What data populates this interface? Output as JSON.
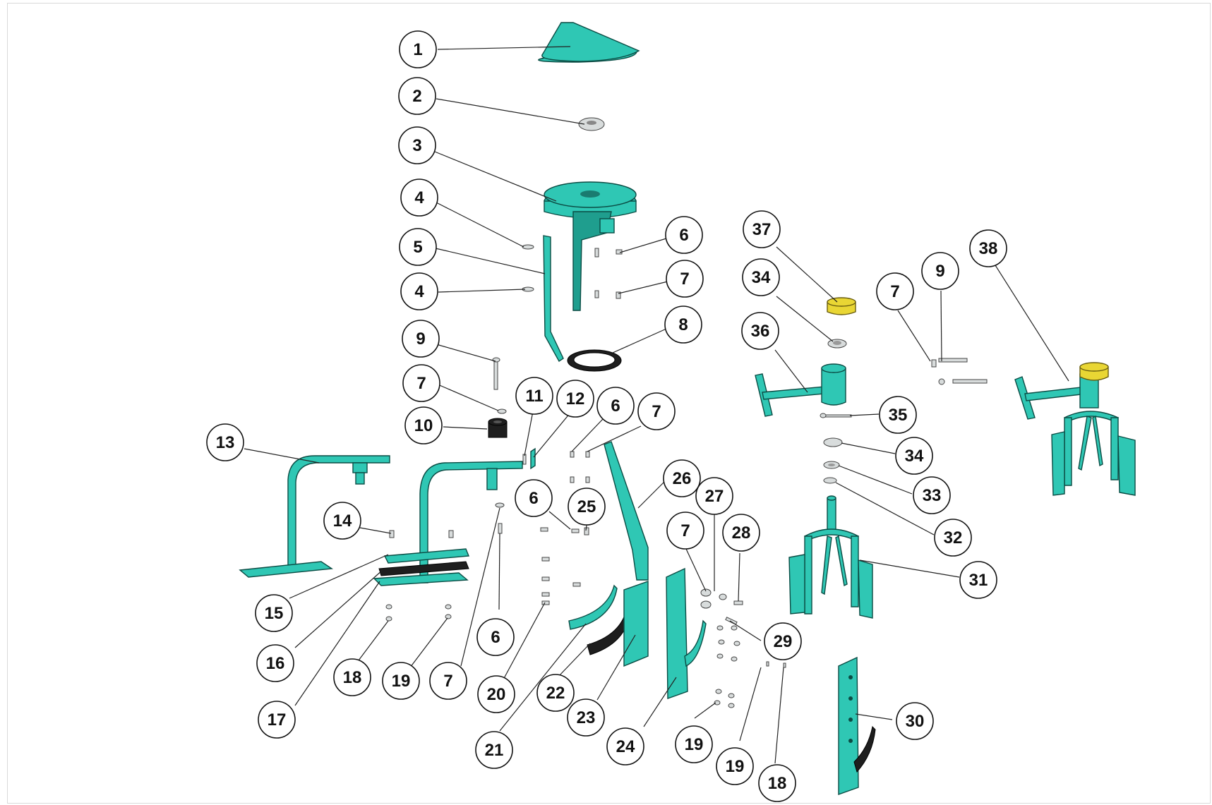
{
  "diagram": {
    "callouts": [
      {
        "id": "c1",
        "label": "1"
      },
      {
        "id": "c2",
        "label": "2"
      },
      {
        "id": "c3",
        "label": "3"
      },
      {
        "id": "c4a",
        "label": "4"
      },
      {
        "id": "c5",
        "label": "5"
      },
      {
        "id": "c4b",
        "label": "4"
      },
      {
        "id": "c6a",
        "label": "6"
      },
      {
        "id": "c7a",
        "label": "7"
      },
      {
        "id": "c8",
        "label": "8"
      },
      {
        "id": "c9a",
        "label": "9"
      },
      {
        "id": "c7b",
        "label": "7"
      },
      {
        "id": "c10",
        "label": "10"
      },
      {
        "id": "c11",
        "label": "11"
      },
      {
        "id": "c12",
        "label": "12"
      },
      {
        "id": "c6b",
        "label": "6"
      },
      {
        "id": "c7c",
        "label": "7"
      },
      {
        "id": "c13",
        "label": "13"
      },
      {
        "id": "c14",
        "label": "14"
      },
      {
        "id": "c15",
        "label": "15"
      },
      {
        "id": "c16",
        "label": "16"
      },
      {
        "id": "c17",
        "label": "17"
      },
      {
        "id": "c18a",
        "label": "18"
      },
      {
        "id": "c19a",
        "label": "19"
      },
      {
        "id": "c7d",
        "label": "7"
      },
      {
        "id": "c6c",
        "label": "6"
      },
      {
        "id": "c25",
        "label": "25"
      },
      {
        "id": "c6d",
        "label": "6"
      },
      {
        "id": "c20",
        "label": "20"
      },
      {
        "id": "c21",
        "label": "21"
      },
      {
        "id": "c22",
        "label": "22"
      },
      {
        "id": "c23",
        "label": "23"
      },
      {
        "id": "c24",
        "label": "24"
      },
      {
        "id": "c26",
        "label": "26"
      },
      {
        "id": "c27",
        "label": "27"
      },
      {
        "id": "c7e",
        "label": "7"
      },
      {
        "id": "c28",
        "label": "28"
      },
      {
        "id": "c29",
        "label": "29"
      },
      {
        "id": "c19b",
        "label": "19"
      },
      {
        "id": "c19c",
        "label": "19"
      },
      {
        "id": "c18b",
        "label": "18"
      },
      {
        "id": "c30",
        "label": "30"
      },
      {
        "id": "c37",
        "label": "37"
      },
      {
        "id": "c34a",
        "label": "34"
      },
      {
        "id": "c36",
        "label": "36"
      },
      {
        "id": "c35",
        "label": "35"
      },
      {
        "id": "c34b",
        "label": "34"
      },
      {
        "id": "c33",
        "label": "33"
      },
      {
        "id": "c32",
        "label": "32"
      },
      {
        "id": "c31",
        "label": "31"
      },
      {
        "id": "c7f",
        "label": "7"
      },
      {
        "id": "c9b",
        "label": "9"
      },
      {
        "id": "c38",
        "label": "38"
      }
    ]
  },
  "colors": {
    "part": "#2fc7b4",
    "bushing": "#e9d634",
    "rubber": "#1e1e1e",
    "hardware": "#d8dcdc"
  }
}
